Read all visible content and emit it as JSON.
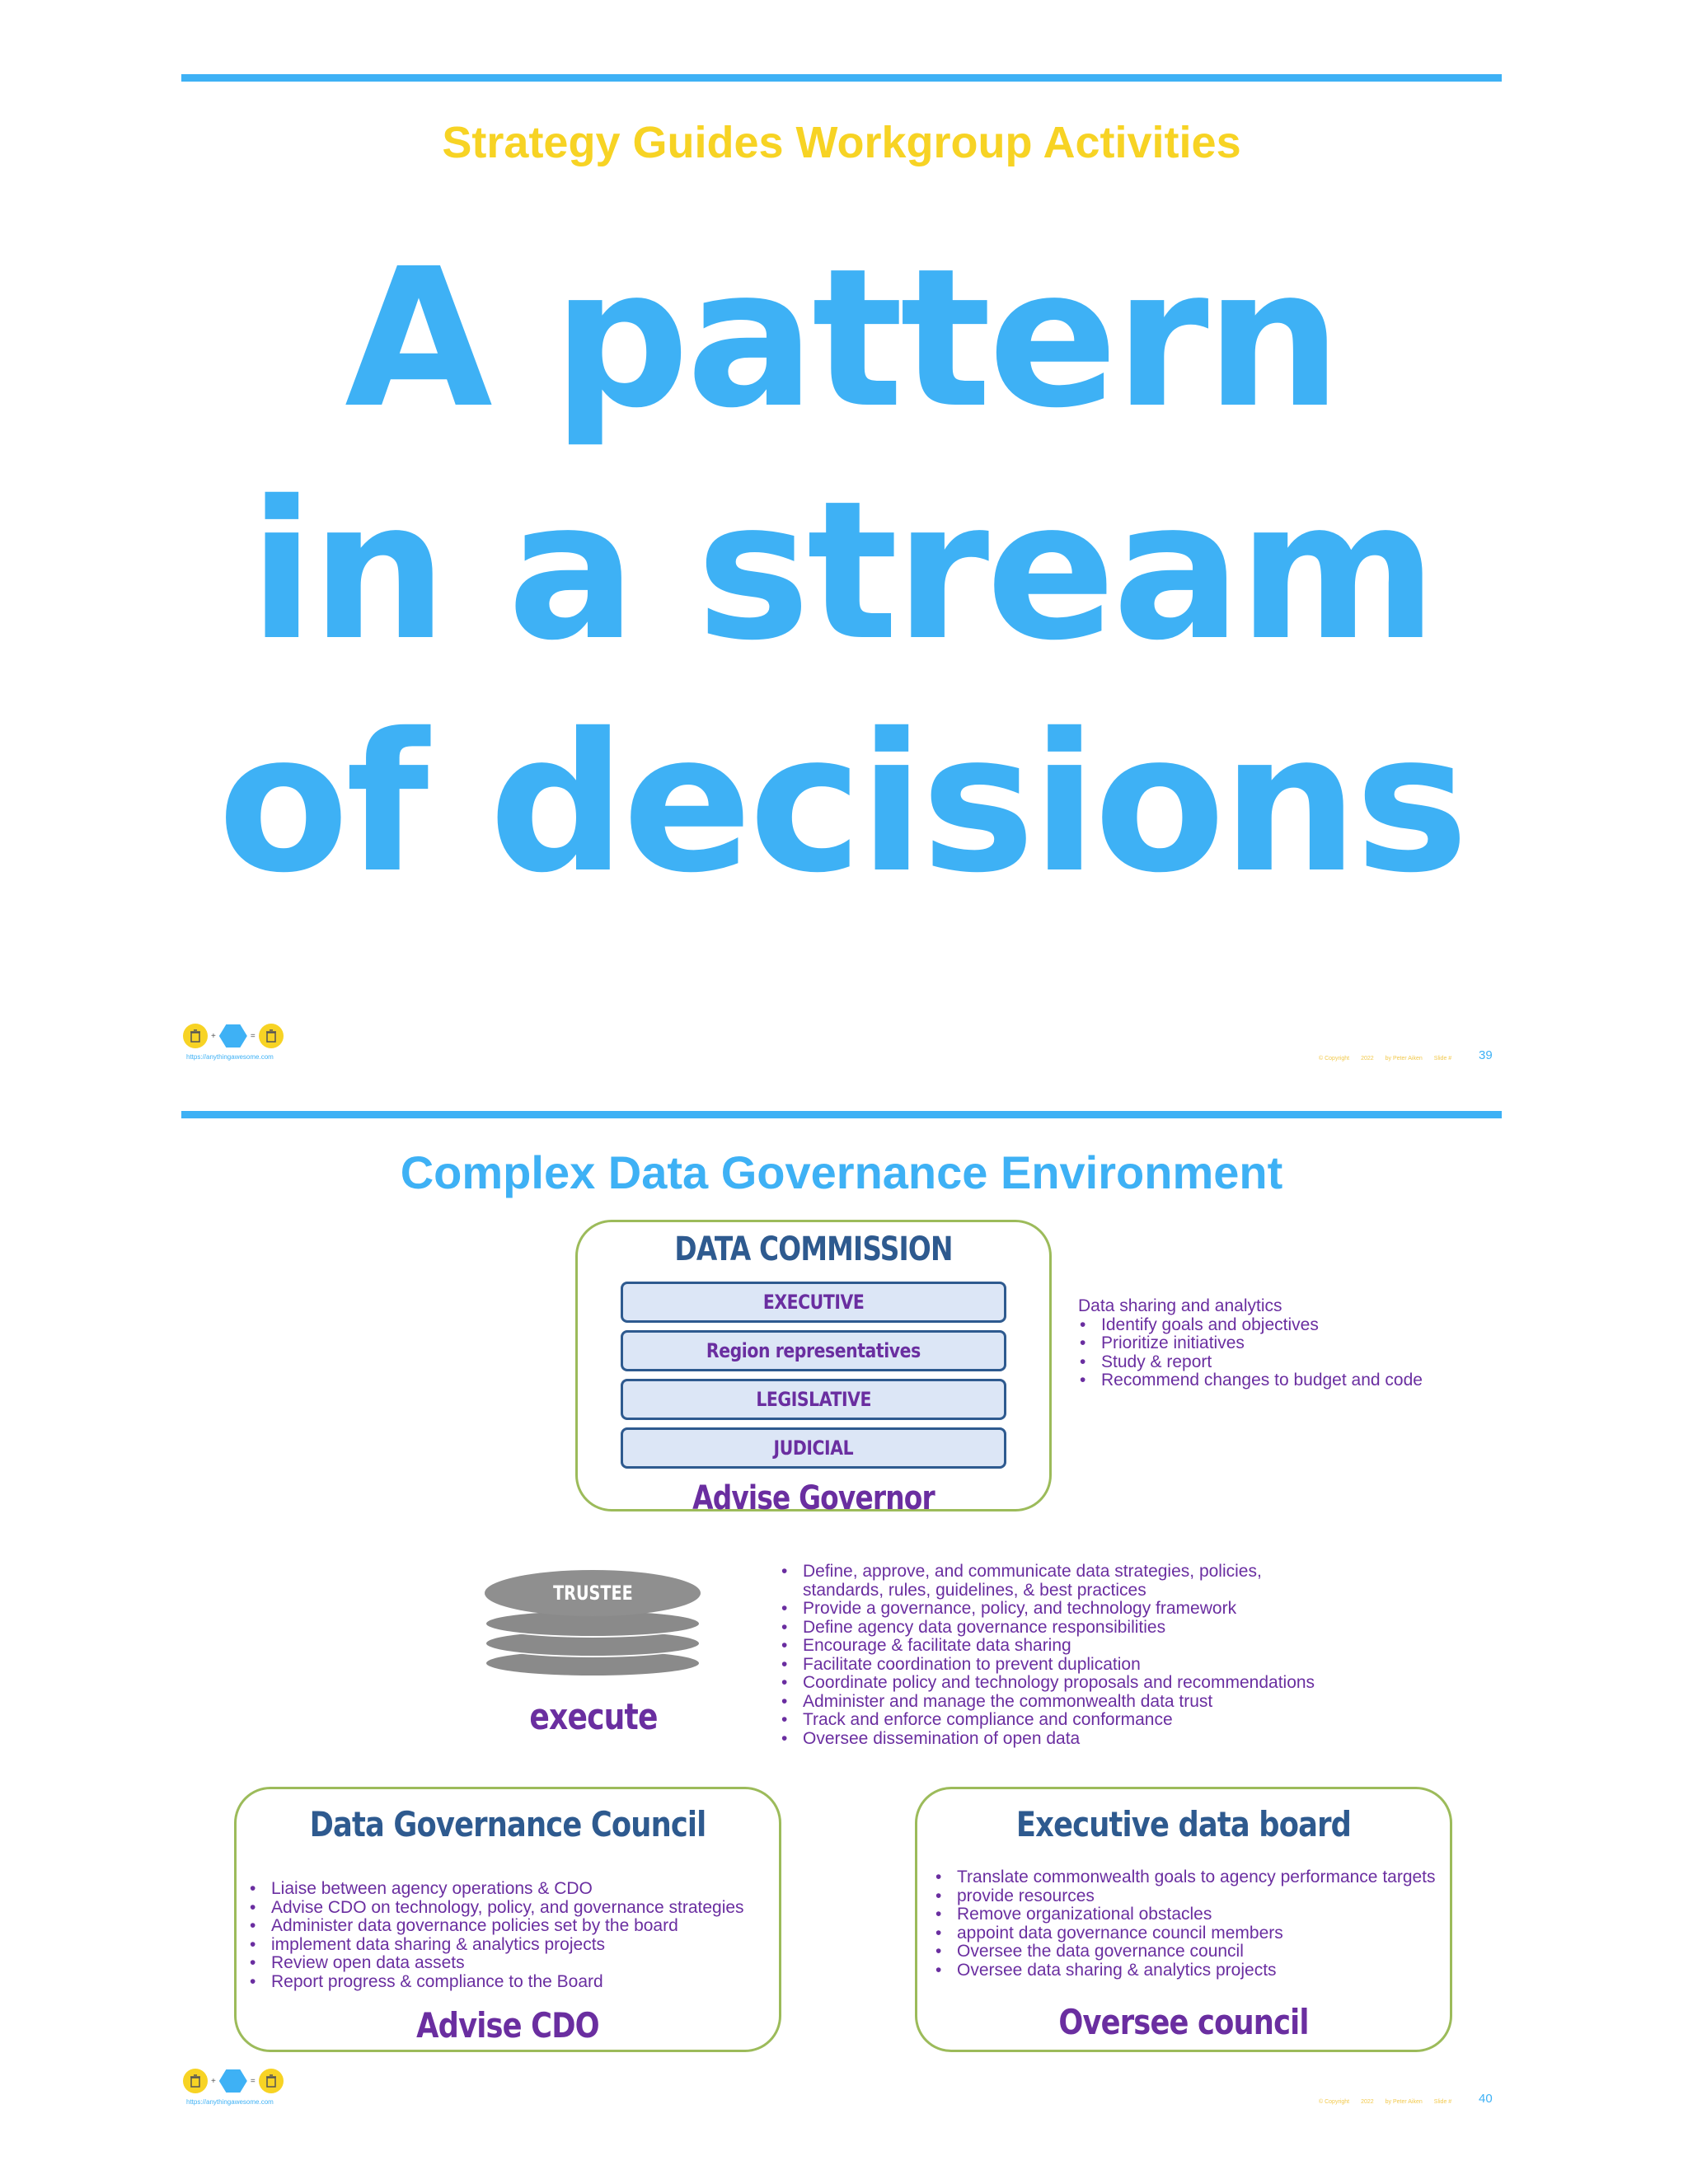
{
  "slide1": {
    "title": "Strategy Guides Workgroup Activities",
    "big_lines": [
      "A pattern",
      "in a stream",
      "of decisions"
    ],
    "footer": {
      "url": "https://anythingawesome.com",
      "copyright": "© Copyright",
      "year": "2022",
      "author": "by Peter Aiken",
      "slide_label": "Slide #",
      "page": "39"
    }
  },
  "slide2": {
    "title": "Complex Data Governance Environment",
    "commission": {
      "title": "DATA COMMISSION",
      "branches": [
        "EXECUTIVE",
        "Region representatives",
        "LEGISLATIVE",
        "JUDICIAL"
      ],
      "footer": "Advise Governor"
    },
    "commission_notes": {
      "heading": "Data sharing and analytics",
      "items": [
        "Identify goals and objectives",
        "Prioritize initiatives",
        "Study & report",
        "Recommend changes to budget and code"
      ]
    },
    "trustee": {
      "label": "TRUSTEE",
      "footer": "execute",
      "items": [
        "Define, approve, and communicate data strategies, policies, standards, rules, guidelines, & best practices",
        "Provide a governance, policy, and technology framework",
        "Define agency data governance responsibilities",
        "Encourage & facilitate data sharing",
        "Facilitate coordination to prevent duplication",
        "Coordinate policy and technology proposals and recommendations",
        "Administer and manage the commonwealth data trust",
        "Track and enforce compliance and conformance",
        "Oversee dissemination of open data"
      ]
    },
    "council": {
      "title": "Data Governance Council",
      "items": [
        "Liaise between agency operations & CDO",
        "Advise CDO on technology, policy, and governance strategies",
        "Administer data governance policies set by the board",
        "implement data sharing & analytics projects",
        "Review open data assets",
        "Report progress & compliance to the Board"
      ],
      "footer": "Advise CDO"
    },
    "board": {
      "title": "Executive data board",
      "items": [
        "Translate commonwealth goals to agency performance targets",
        "provide resources",
        "Remove organizational obstacles",
        "appoint data governance council members",
        "Oversee the data governance council",
        "Oversee data sharing & analytics projects"
      ],
      "footer": "Oversee council"
    },
    "footer": {
      "url": "https://anythingawesome.com",
      "copyright": "© Copyright",
      "year": "2022",
      "author": "by Peter Aiken",
      "slide_label": "Slide #",
      "page": "40"
    }
  },
  "colors": {
    "accent_blue": "#3eb1f5",
    "title_yellow": "#f7d324",
    "navy": "#2e5a8f",
    "purple": "#6a2ea0",
    "panel_green": "#9cbb5a"
  }
}
